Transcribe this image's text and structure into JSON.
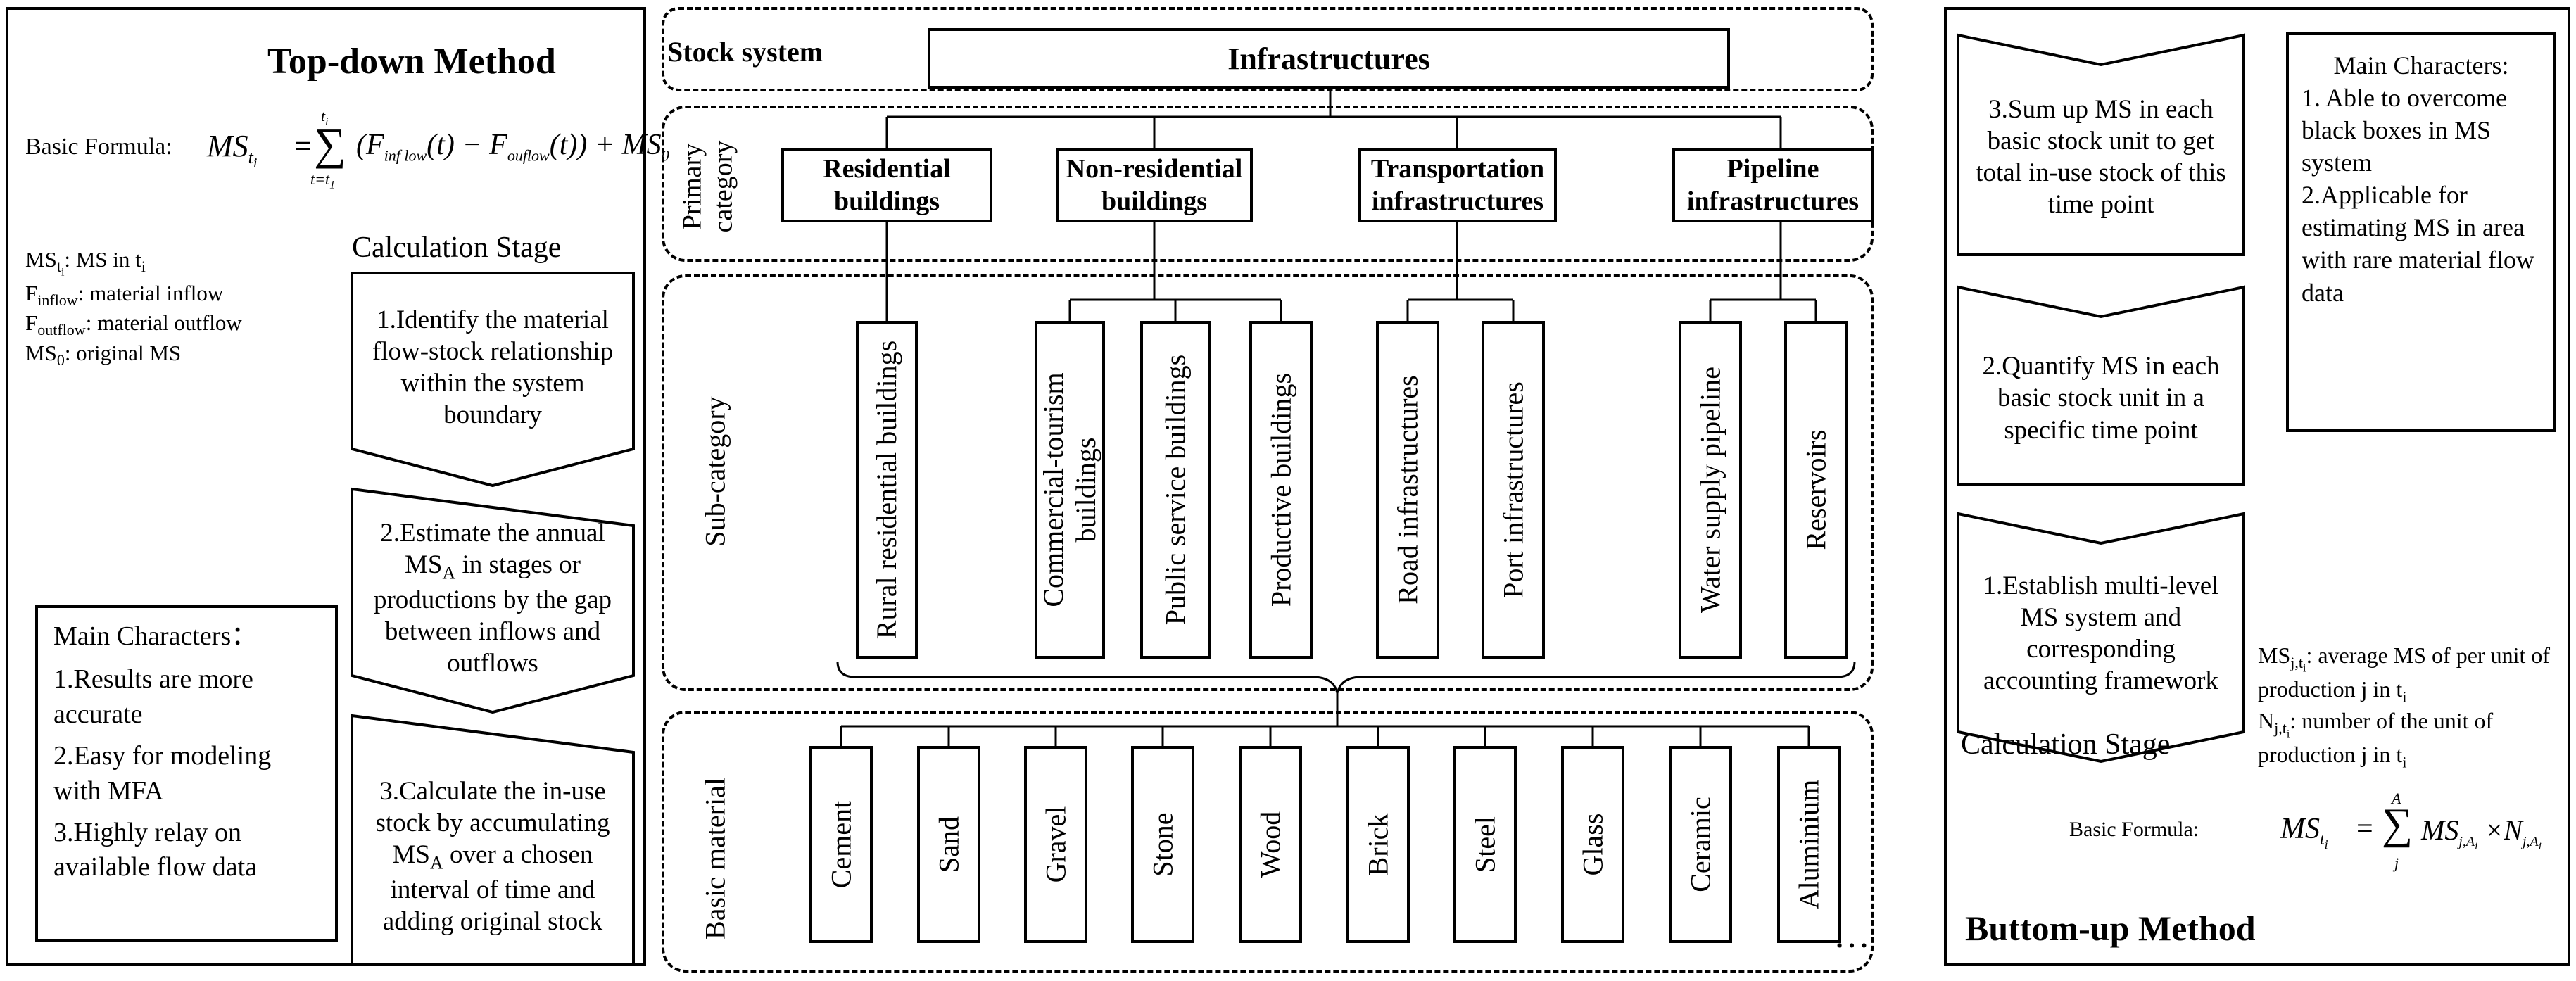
{
  "left": {
    "title": "Top-down Method",
    "formula_label": "Basic Formula:",
    "formula_lhs": "MS",
    "formula_lhs_sub": "t",
    "formula_lhs_subsub": "i",
    "formula_sum_top": "t",
    "formula_sum_top_sub": "i",
    "formula_sum_bottom": "t=t",
    "formula_sum_bottom_sub": "1",
    "formula_body": "(F",
    "formula_inflow_sub": "inf low",
    "formula_mid": "(t) − F",
    "formula_outflow_sub": "ouflow",
    "formula_end": "(t)) + MS",
    "formula_end_sub": "0",
    "legend": [
      {
        "sym": "MS",
        "sub": "t",
        "subsub": "i",
        "text": ": MS in t",
        "tsub": "i"
      },
      {
        "sym": "F",
        "sub": "inflow",
        "text": ":   material inflow"
      },
      {
        "sym": "F",
        "sub": "outflow",
        "text": ":   material outflow"
      },
      {
        "sym": "MS",
        "sub": "0",
        "text": ":  original MS"
      }
    ],
    "stage_title": "Calculation Stage",
    "stages": [
      "1.Identify the material flow-stock relationship  within the system boundary",
      "2.Estimate the annual MS",
      "3.Calculate the in-use stock by accumulating MS"
    ],
    "stage2_sub": "A",
    "stage2_rest": " in stages or productions by the gap between inflows and outflows",
    "stage3_sub": "A",
    "stage3_rest": " over a chosen interval of time and adding original stock",
    "characters_title": "Main Characters：",
    "characters": [
      "1.Results are more accurate",
      "2.Easy for modeling with MFA",
      "3.Highly relay on available flow data"
    ]
  },
  "middle": {
    "stock_label": "Stock system",
    "root": "Infrastructures",
    "primary_label": "Primary category",
    "primary": [
      "Residential buildings",
      "Non-residential buildings",
      "Transportation infrastructures",
      "Pipeline infrastructures"
    ],
    "sub_label": "Sub-category",
    "sub": [
      "Rural residential buildings",
      "Commercial-tourism buildings",
      "Public service buildings",
      "Productive buildings",
      "Road infrastructures",
      "Port infrastructures",
      "Water supply pipeline",
      "Reservoirs"
    ],
    "material_label": "Basic material",
    "materials": [
      "Cement",
      "Sand",
      "Gravel",
      "Stone",
      "Wood",
      "Brick",
      "Steel",
      "Glass",
      "Ceramic",
      "Aluminium"
    ],
    "ellipsis": "…"
  },
  "right": {
    "stages": [
      "3.Sum up MS in each basic stock unit to get total in-use stock of  this time point",
      "2.Quantify MS in each basic stock unit in a specific time point",
      "1.Establish multi-level  MS system and corresponding accounting framework"
    ],
    "characters_title": "Main Characters:",
    "characters": [
      "1. Able to overcome black boxes in MS system",
      "2.Applicable for estimating MS in area with rare material flow data"
    ],
    "note1_sym": "MS",
    "note1_sub": "j,t",
    "note1_subsub": "i",
    "note1_text": ": average MS of per unit of  production j in t",
    "note1_tsub": "i",
    "note2_sym": "N",
    "note2_sub": "j,t",
    "note2_subsub": "i",
    "note2_text": ": number of the unit of production j in t",
    "note2_tsub": "i",
    "stage_title": "Calculation Stage",
    "formula_label": "Basic Formula:",
    "formula_lhs": "MS",
    "formula_lhs_sub": "t",
    "formula_lhs_subsub": "i",
    "formula_sum_top": "A",
    "formula_sum_bottom": "j",
    "formula_body": "MS",
    "formula_body_sub": "j,A",
    "formula_body_subsub": "i",
    "formula_times": " ×N",
    "formula_times_sub": "j,A",
    "formula_times_subsub": "i",
    "title": "Buttom-up Method"
  }
}
